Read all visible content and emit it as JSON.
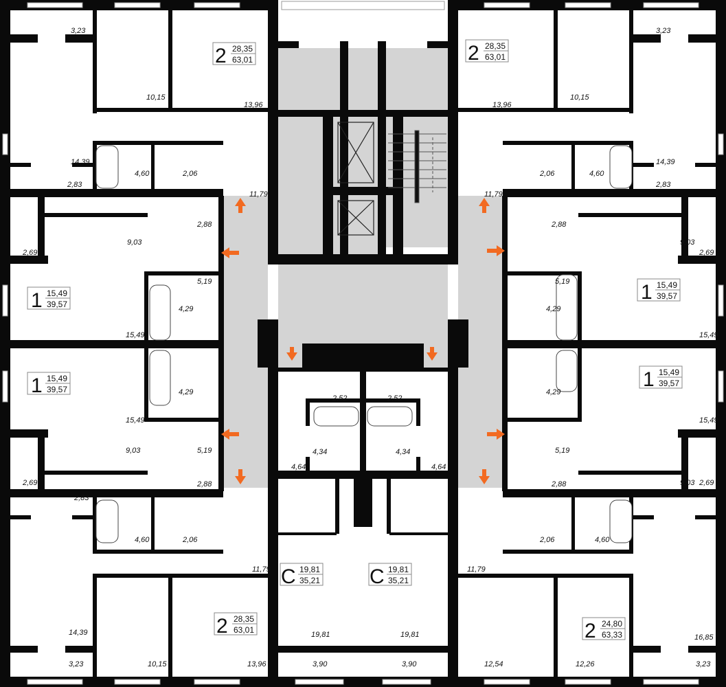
{
  "colors": {
    "wall": "#0a0a0a",
    "common_area": "#d4d4d4",
    "exit_arrow": "#f26a21",
    "background": "#ffffff"
  },
  "apartments": [
    {
      "rooms": "2",
      "living_area": "28,35",
      "total_area": "63,01"
    },
    {
      "rooms": "2",
      "living_area": "28,35",
      "total_area": "63,01"
    },
    {
      "rooms": "1",
      "living_area": "15,49",
      "total_area": "39,57"
    },
    {
      "rooms": "1",
      "living_area": "15,49",
      "total_area": "39,57"
    },
    {
      "rooms": "1",
      "living_area": "15,49",
      "total_area": "39,57"
    },
    {
      "rooms": "1",
      "living_area": "15,49",
      "total_area": "39,57"
    },
    {
      "rooms": "2",
      "living_area": "28,35",
      "total_area": "63,01"
    },
    {
      "rooms": "2",
      "living_area": "24,80",
      "total_area": "63,33"
    },
    {
      "rooms": "С",
      "living_area": "19,81",
      "total_area": "35,21"
    },
    {
      "rooms": "С",
      "living_area": "19,81",
      "total_area": "35,21"
    }
  ],
  "room_areas": [
    "3,23",
    "10,15",
    "13,96",
    "14,39",
    "2,83",
    "4,60",
    "2,06",
    "11,79",
    "13,96",
    "10,15",
    "3,23",
    "14,39",
    "2,83",
    "2,06",
    "4,60",
    "11,79",
    "2,88",
    "2,69",
    "9,03",
    "5,19",
    "4,29",
    "15,49",
    "2,88",
    "2,69",
    "9,03",
    "5,19",
    "4,29",
    "15,49",
    "4,29",
    "15,49",
    "5,19",
    "9,03",
    "2,69",
    "2,88",
    "4,29",
    "15,49",
    "5,19",
    "9,03",
    "2,88",
    "2,69",
    "2,52",
    "2,52",
    "4,34",
    "4,34",
    "4,64",
    "4,64",
    "2,83",
    "2,06",
    "4,60",
    "11,79",
    "14,39",
    "3,23",
    "10,15",
    "13,96",
    "19,81",
    "19,81",
    "3,90",
    "3,90",
    "2,06",
    "4,60",
    "11,79",
    "12,54",
    "12,26",
    "16,85",
    "3,23"
  ],
  "icons": {
    "exit_arrow": "arrow-icon",
    "elevator": "elevator-shaft-icon",
    "stairs": "stairs-icon"
  }
}
